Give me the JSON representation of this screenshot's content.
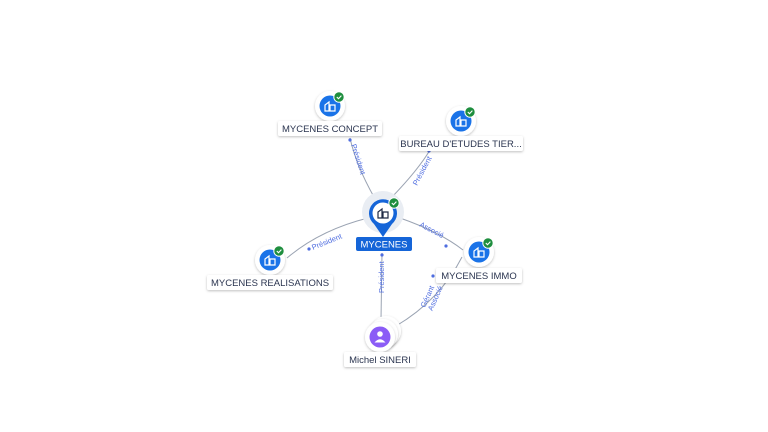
{
  "colors": {
    "company_blue": "#1a73e8",
    "center_blue": "#1565d8",
    "person_purple": "#8b5cf6",
    "check_green": "#1e8e3e",
    "edge_gray": "#9aa3b2",
    "edge_label_blue": "#4f6de0",
    "text_dark": "#2b3550"
  },
  "center": {
    "label": "MYCENES",
    "icon": "building-icon",
    "verified": true
  },
  "nodes": [
    {
      "id": "concept",
      "label": "MYCENES CONCEPT",
      "type": "company",
      "icon": "building-icon",
      "verified": true
    },
    {
      "id": "bureau",
      "label": "BUREAU D'ETUDES TIER...",
      "type": "company",
      "icon": "building-icon",
      "verified": true
    },
    {
      "id": "realisations",
      "label": "MYCENES REALISATIONS",
      "type": "company",
      "icon": "building-icon",
      "verified": true
    },
    {
      "id": "immo",
      "label": "MYCENES IMMO",
      "type": "company",
      "icon": "building-icon",
      "verified": true
    },
    {
      "id": "person",
      "label": "Michel SINERI",
      "type": "person",
      "icon": "person-icon",
      "verified": false
    }
  ],
  "edges": [
    {
      "from": "center",
      "to": "concept",
      "label": "Président"
    },
    {
      "from": "center",
      "to": "bureau",
      "label": "Président"
    },
    {
      "from": "center",
      "to": "realisations",
      "label": "Président"
    },
    {
      "from": "center",
      "to": "immo",
      "label": "Associé"
    },
    {
      "from": "person",
      "to": "center",
      "label": "Président"
    },
    {
      "from": "person",
      "to": "immo",
      "label": "Gérant Associé"
    }
  ]
}
